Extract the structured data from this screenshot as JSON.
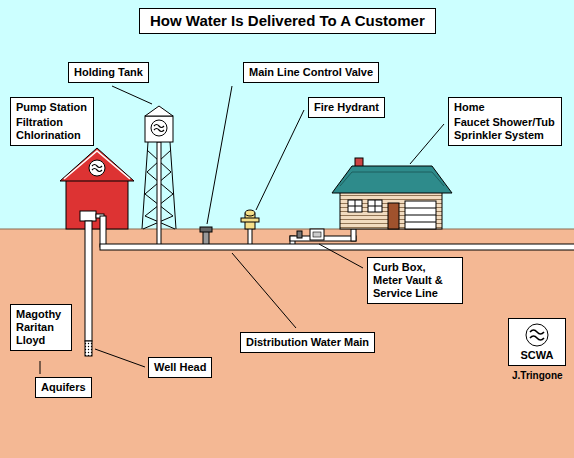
{
  "diagram": {
    "title": "How Water Is Delivered To A Customer",
    "nodes": [
      {
        "text": [
          "Holding Tank"
        ]
      },
      {
        "text": [
          "Main Line Control Valve"
        ]
      },
      {
        "text": [
          "Pump Station",
          "Filtration Chlorination"
        ]
      },
      {
        "text": [
          "Fire Hydrant"
        ]
      },
      {
        "text": [
          "Home",
          "Faucet Shower/Tub Sprinkler System"
        ]
      },
      {
        "text": [
          "Curb Box, Meter Vault & Service Line"
        ]
      },
      {
        "text": [
          "Distribution Water Main"
        ]
      },
      {
        "text": [
          "Magothy Raritan Lloyd"
        ]
      },
      {
        "text": [
          "Well Head"
        ]
      },
      {
        "text": [
          "Aquifers"
        ]
      },
      {
        "text": [
          "SCWA"
        ]
      }
    ],
    "labels": [
      "J.Tringone"
    ]
  }
}
